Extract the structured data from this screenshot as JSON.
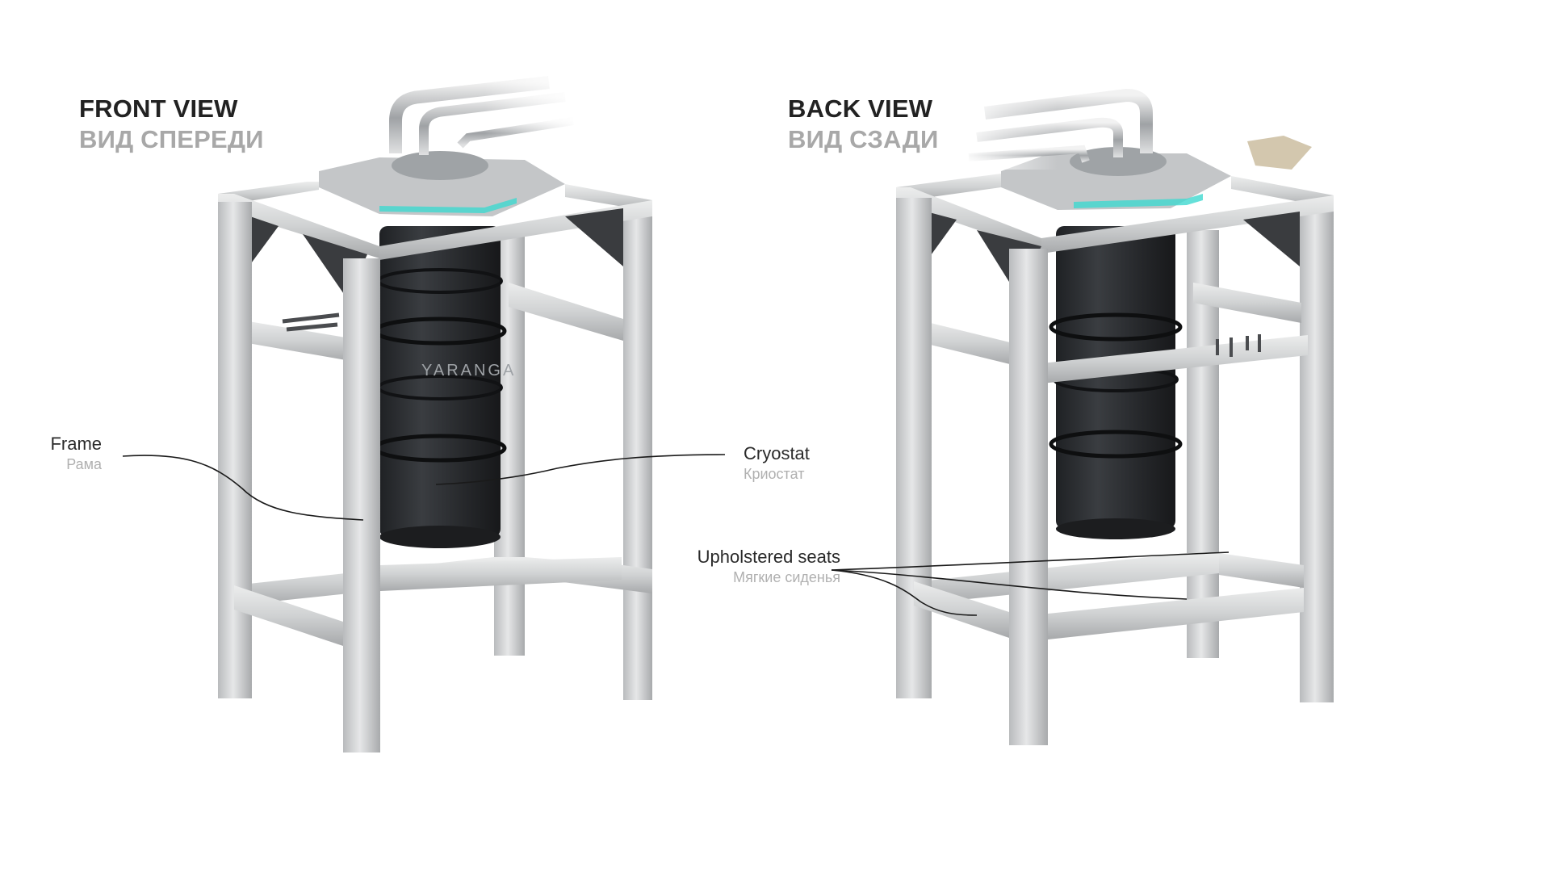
{
  "views": {
    "front": {
      "title": "FRONT VIEW",
      "subtitle": "ВИД СПЕРЕДИ"
    },
    "back": {
      "title": "BACK VIEW",
      "subtitle": "ВИД СЗАДИ"
    }
  },
  "callouts": {
    "frame": {
      "label": "Frame",
      "sublabel": "Рама"
    },
    "cryostat": {
      "label": "Cryostat",
      "sublabel": "Криостат"
    },
    "seats": {
      "label": "Upholstered seats",
      "sublabel": "Мягкие сиденья"
    }
  },
  "branding": {
    "cryostat_logo": "YARANGA"
  },
  "colors": {
    "frame_aluminum": "#d6d7d8",
    "frame_shadow": "#a9abad",
    "cryostat_body": "#2b2d30",
    "flange_glow": "#3fd8d0",
    "leader_line": "#1a1a1a"
  }
}
